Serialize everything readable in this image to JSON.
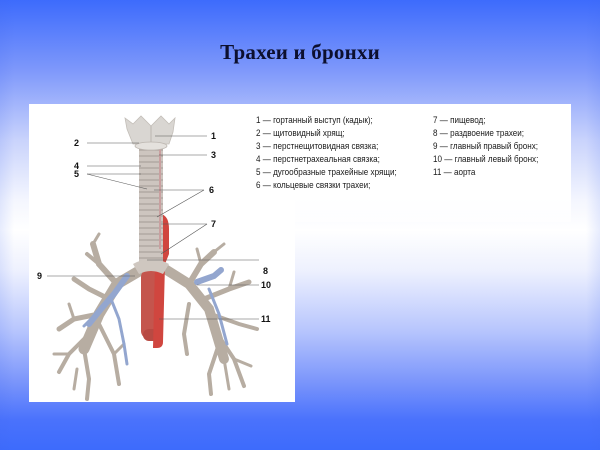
{
  "slide": {
    "title": "Трахеи и бронхи",
    "background": {
      "top_color": "#3d6bfc",
      "middle_color": "#ffffff",
      "bottom_color": "#3d6bfc"
    }
  },
  "diagram": {
    "labels": [
      "1",
      "2",
      "3",
      "4",
      "5",
      "6",
      "7",
      "8",
      "9",
      "10",
      "11"
    ],
    "colors": {
      "cartilage": "#cfcac3",
      "trachea_ring": "#bdb3ad",
      "bronchi": "#b9b0a5",
      "esophagus": "#c9584f",
      "aorta": "#d0463f",
      "vein": "#93a6cf"
    }
  },
  "legend": {
    "column1": [
      "1 — гортанный выступ (кадык);",
      "2 — щитовидный хрящ;",
      "3 — перстнещитовидная связка;",
      "4 — перстнетрахеальная связка;",
      "5 — дугообразные трахейные хрящи;",
      "6 — кольцевые связки трахеи;"
    ],
    "column2": [
      "7 — пищевод;",
      "8 — раздвоение трахеи;",
      "9 — главный правый бронх;",
      "10 — главный левый бронх;",
      "11 — аорта"
    ]
  }
}
